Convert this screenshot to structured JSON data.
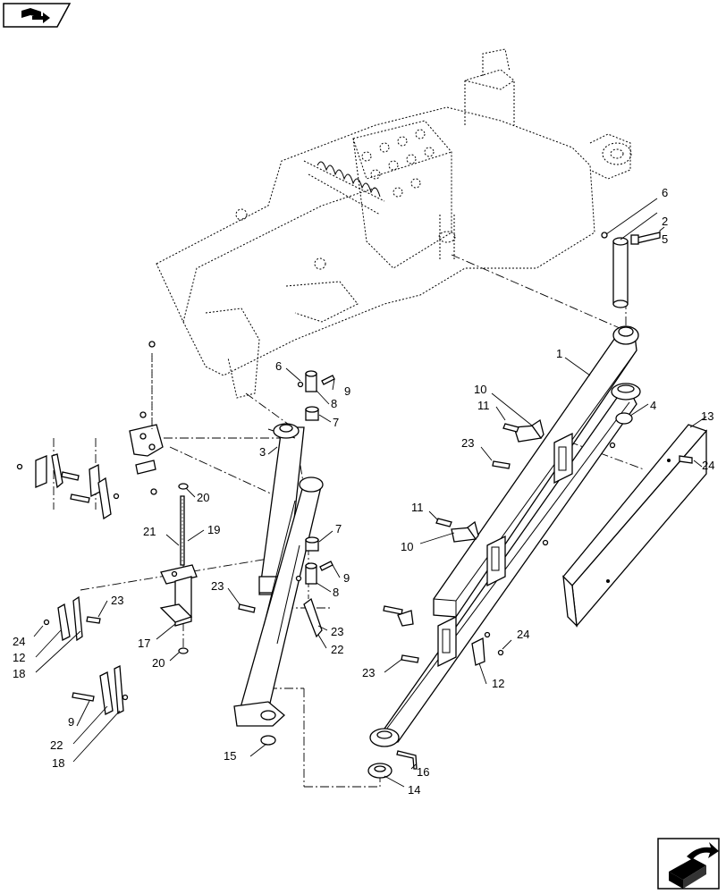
{
  "diagram": {
    "callouts": [
      "1",
      "2",
      "3",
      "4",
      "5",
      "6",
      "7",
      "8",
      "9",
      "10",
      "11",
      "12",
      "13",
      "14",
      "15",
      "16",
      "17",
      "18",
      "19",
      "20",
      "21",
      "22",
      "23",
      "24"
    ],
    "icons": {
      "top_left": "book-arrow-icon",
      "bottom_right": "navigation-arrow-icon"
    }
  }
}
